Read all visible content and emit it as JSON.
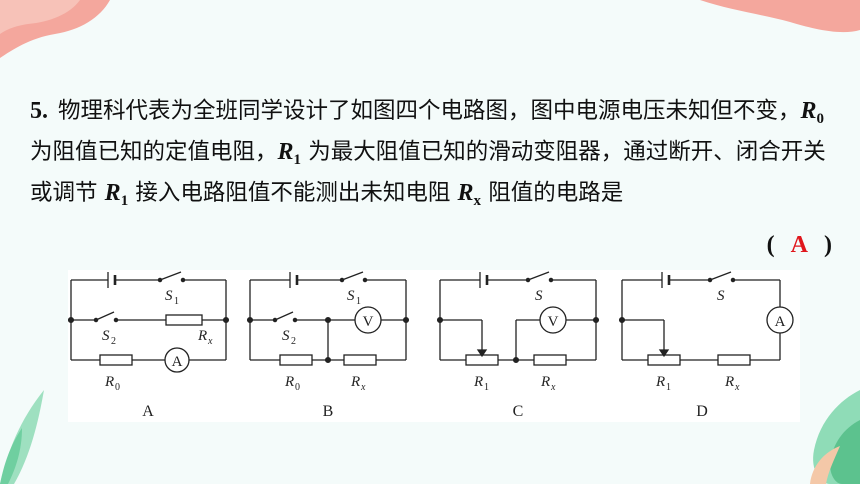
{
  "question": {
    "number": "5.",
    "text_1": "物理科代表为全班同学设计了如图四个电路图，图中电源电压未知但不变，",
    "r0_letter": "R",
    "r0_sub": "0",
    "text_2": "为阻值已知的定值电阻，",
    "r1_letter": "R",
    "r1_sub": "1",
    "text_3": "为最大阻值已知的滑动变阻器，通过断开、闭合开关或调节",
    "r1b_letter": "R",
    "r1b_sub": "1",
    "text_4": "接入电路阻值不能测出未知电阻",
    "rx_letter": "R",
    "rx_sub": "x",
    "text_5": "阻值的电路是",
    "bracket_open": "(",
    "answer": "A",
    "bracket_close": ")"
  },
  "figure": {
    "circuit_a": {
      "caption": "A",
      "switch_1": "S",
      "switch_1_sub": "1",
      "switch_2": "S",
      "switch_2_sub": "2",
      "resistor_x": "R",
      "resistor_x_sub": "x",
      "resistor_0": "R",
      "resistor_0_sub": "0",
      "meter": "A"
    },
    "circuit_b": {
      "caption": "B",
      "switch_1": "S",
      "switch_1_sub": "1",
      "switch_2": "S",
      "switch_2_sub": "2",
      "resistor_0": "R",
      "resistor_0_sub": "0",
      "resistor_x": "R",
      "resistor_x_sub": "x",
      "meter": "V"
    },
    "circuit_c": {
      "caption": "C",
      "switch": "S",
      "rheostat": "R",
      "rheostat_sub": "1",
      "resistor_x": "R",
      "resistor_x_sub": "x",
      "meter": "V"
    },
    "circuit_d": {
      "caption": "D",
      "switch": "S",
      "rheostat": "R",
      "rheostat_sub": "1",
      "resistor_x": "R",
      "resistor_x_sub": "x",
      "meter": "A"
    }
  },
  "colors": {
    "background": "#f4fbfa",
    "answer": "#e0161c",
    "coral_decoration": "#f4a79d",
    "green_decoration": "#6fcfa0",
    "wire": "#222222"
  }
}
